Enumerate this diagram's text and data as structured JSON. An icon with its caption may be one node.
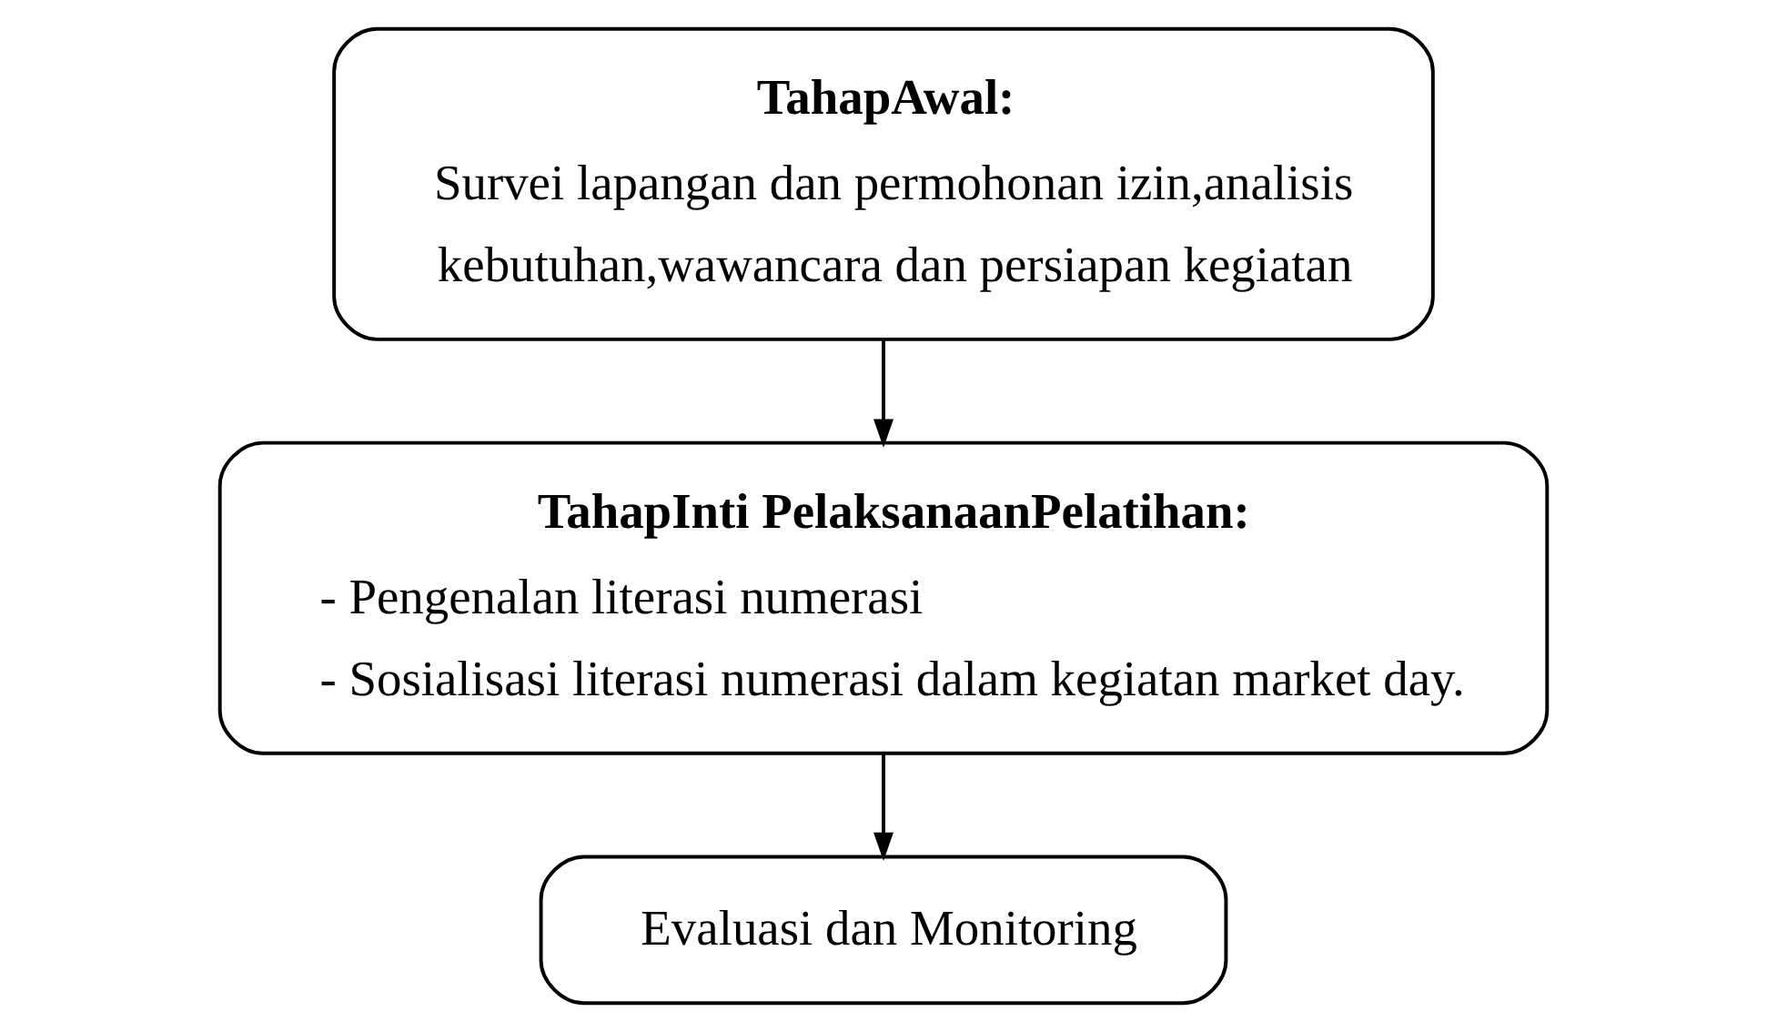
{
  "diagram": {
    "nodes": [
      {
        "text": [
          "TahapAwal:",
          "Survei lapangan dan permohonan izin,analisis kebutuhan,wawancara dan persiapan kegiatan"
        ]
      },
      {
        "text": [
          "TahapInti PelaksanaanPelatihan:",
          "- Pengenalan literasi numerasi",
          "- Sosialisasi literasi numerasi dalam kegiatan market day."
        ]
      },
      {
        "text": [
          "Evaluasi dan Monitoring"
        ]
      }
    ],
    "edges": [
      {
        "from": 0,
        "to": 1,
        "arrow": "to"
      },
      {
        "from": 1,
        "to": 2,
        "arrow": "to"
      }
    ]
  }
}
